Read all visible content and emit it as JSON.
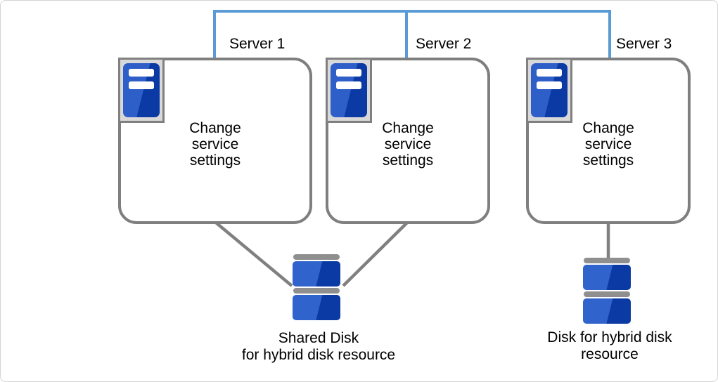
{
  "servers": [
    {
      "label": "Server 1",
      "body": "Change\nservice\nsettings"
    },
    {
      "label": "Server 2",
      "body": "Change\nservice\nsettings"
    },
    {
      "label": "Server 3",
      "body": "Change\nservice\nsettings"
    }
  ],
  "disks": [
    {
      "caption": "Shared Disk\nfor hybrid disk resource"
    },
    {
      "caption": "Disk for hybrid disk\nresource"
    }
  ],
  "icons": {
    "server": "server-tower-icon",
    "shared_disk": "disk-stack-icon",
    "hybrid_disk": "disk-stack-icon"
  },
  "colors": {
    "background": "#ffffff",
    "canvas_border": "#d4d4d4",
    "network_line_blue": "#5b9bd5",
    "connector_gray": "#808080",
    "server_box_border": "#7f7f7f",
    "icon_frame_fill": "#d9d9d9",
    "icon_frame_border": "#808080",
    "icon_blue_light": "#2e5fc9",
    "icon_blue_dark": "#0b3aa4",
    "disk_bar_gray": "#8f8f8f",
    "text": "#000000"
  }
}
